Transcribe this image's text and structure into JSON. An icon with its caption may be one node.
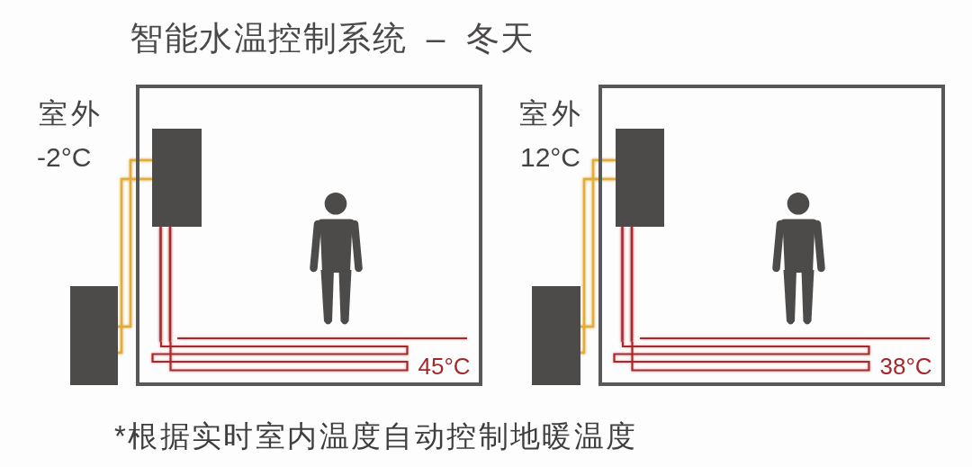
{
  "diagram": {
    "title": "智能水温控制系统 – 冬天",
    "caption": "*根据实时室内温度自动控制地暖温度",
    "nodes": [
      {
        "text": [],
        "shape": "box"
      },
      {
        "text": [],
        "shape": "box",
        "in": 0
      },
      {
        "text": [],
        "shape": "person",
        "in": 0
      },
      {
        "text": [],
        "shape": "picture",
        "in": 0,
        "beside": [
          "45°C"
        ]
      },
      {
        "text": [],
        "shape": "box"
      },
      {
        "text": [],
        "shape": "box"
      },
      {
        "text": [],
        "shape": "box",
        "in": 5
      },
      {
        "text": [],
        "shape": "person",
        "in": 5
      },
      {
        "text": [],
        "shape": "picture",
        "in": 5,
        "beside": [
          "38°C"
        ]
      },
      {
        "text": [],
        "shape": "box"
      }
    ],
    "edges": [
      {
        "from": 4,
        "to": 1,
        "arrow": "none",
        "color": "#e2ac3a"
      },
      {
        "from": 1,
        "to": 3,
        "arrow": "none",
        "color": "#a8282c"
      },
      {
        "from": 9,
        "to": 6,
        "arrow": "none",
        "color": "#e2ac3a"
      },
      {
        "from": 6,
        "to": 8,
        "arrow": "none",
        "color": "#a8282c"
      }
    ],
    "labels": [
      "室外",
      "-2°C",
      "室外",
      "12°C"
    ]
  }
}
